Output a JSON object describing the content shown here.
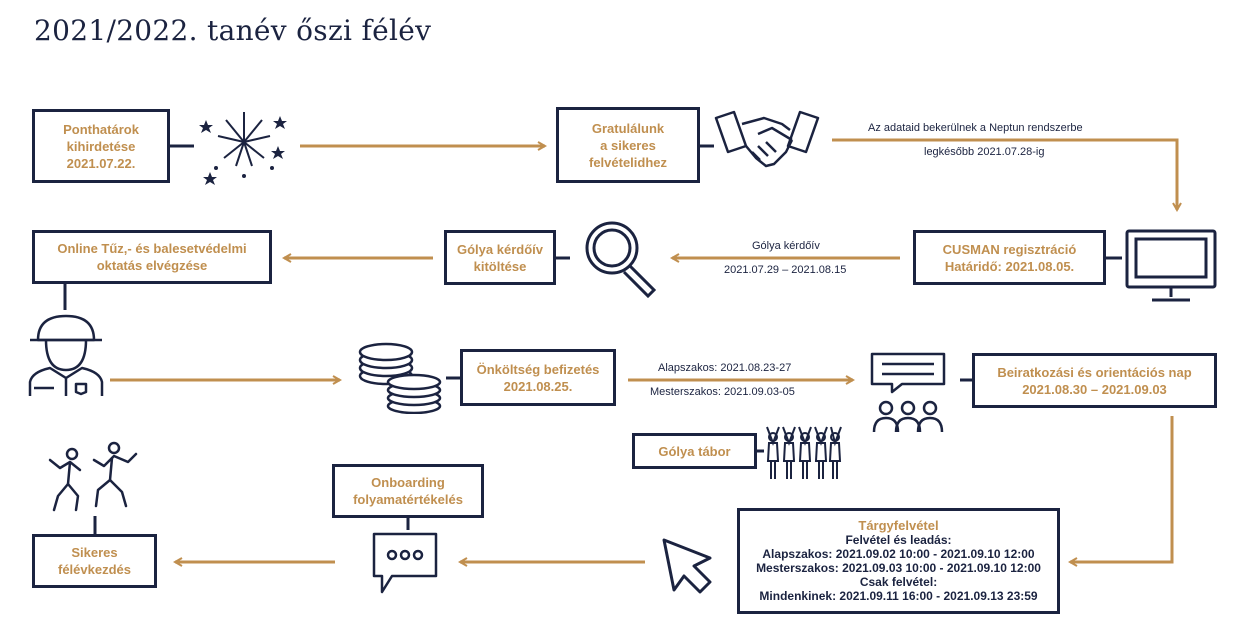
{
  "title": "2021/2022. tanév őszi félév",
  "colors": {
    "navy": "#1b2340",
    "gold": "#c08f4f"
  },
  "nodes": {
    "ponthatarok": [
      "Ponthatárok",
      "kihirdetése",
      "2021.07.22."
    ],
    "gratulalunk": [
      "Gratulálunk",
      "a sikeres",
      "felvételidhez"
    ],
    "cusman": [
      "CUSMAN regisztráció",
      "Határidő: 2021.08.05."
    ],
    "golya_kerdoiv": [
      "Gólya kérdőív",
      "kitöltése"
    ],
    "online_oktatas": [
      "Online Tűz,- és balesetvédelmi",
      "oktatás elvégzése"
    ],
    "onkoltseg": [
      "Önköltség befizetés",
      "2021.08.25."
    ],
    "beiratkozasi": [
      "Beiratkozási és orientációs nap",
      "2021.08.30 – 2021.09.03"
    ],
    "golya_tabor": [
      "Gólya tábor"
    ],
    "targyfelvetel": {
      "heading": "Tárgyfelvétel",
      "lines": [
        "Felvétel és leadás:",
        "Alapszakos: 2021.09.02 10:00 - 2021.09.10 12:00",
        "Mesterszakos: 2021.09.03 10:00 - 2021.09.10 12:00",
        "Csak felvétel:",
        "Mindenkinek: 2021.09.11 16:00 - 2021.09.13 23:59"
      ]
    },
    "onboarding": [
      "Onboarding",
      "folyamatértékelés"
    ],
    "sikeres": [
      "Sikeres",
      "félévkezdés"
    ]
  },
  "edge_labels": {
    "neptun_1": "Az adataid bekerülnek a Neptun rendszerbe",
    "neptun_2": "legkésőbb 2021.07.28-ig",
    "kerdoiv_1": "Gólya kérdőív",
    "kerdoiv_2": "2021.07.29 – 2021.08.15",
    "alapszakos": "Alapszakos: 2021.08.23-27",
    "mesterszakos": "Mesterszakos: 2021.09.03-05"
  },
  "icons": [
    "fireworks-icon",
    "handshake-icon",
    "computer-monitor-icon",
    "magnifier-icon",
    "firefighter-icon",
    "coins-icon",
    "meeting-icon",
    "crowd-icon",
    "dancing-people-icon",
    "chat-bubble-icon",
    "cursor-icon"
  ]
}
